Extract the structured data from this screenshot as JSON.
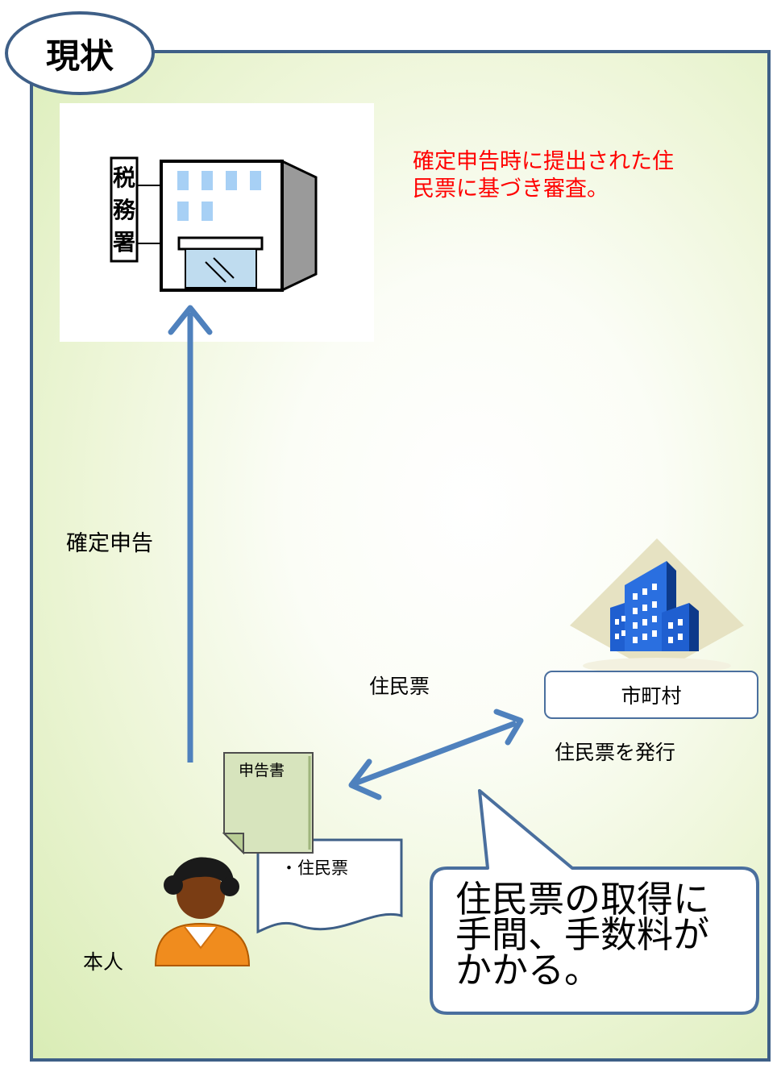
{
  "header": {
    "title": "現状"
  },
  "tax_office": {
    "sign": [
      "税",
      "務",
      "署"
    ]
  },
  "note": {
    "line1": "確定申告時に提出された住",
    "line2": "民票に基づき審査。"
  },
  "flow": {
    "kakutei_label": "確定申告",
    "juminhyo_label": "住民票",
    "issue_label": "住民票を発行"
  },
  "municipality": {
    "label": "市町村"
  },
  "documents": {
    "form_label": "申告書",
    "attachment_label": "・住民票"
  },
  "person": {
    "label": "本人"
  },
  "callout": {
    "line1": "住民票の取得に",
    "line2": "手間、手数料が",
    "line3": "かかる。"
  },
  "colors": {
    "frame": "#3e5f87",
    "arrow": "#4f81bd",
    "note": "#ff0000",
    "building": "#1f5fd0"
  }
}
